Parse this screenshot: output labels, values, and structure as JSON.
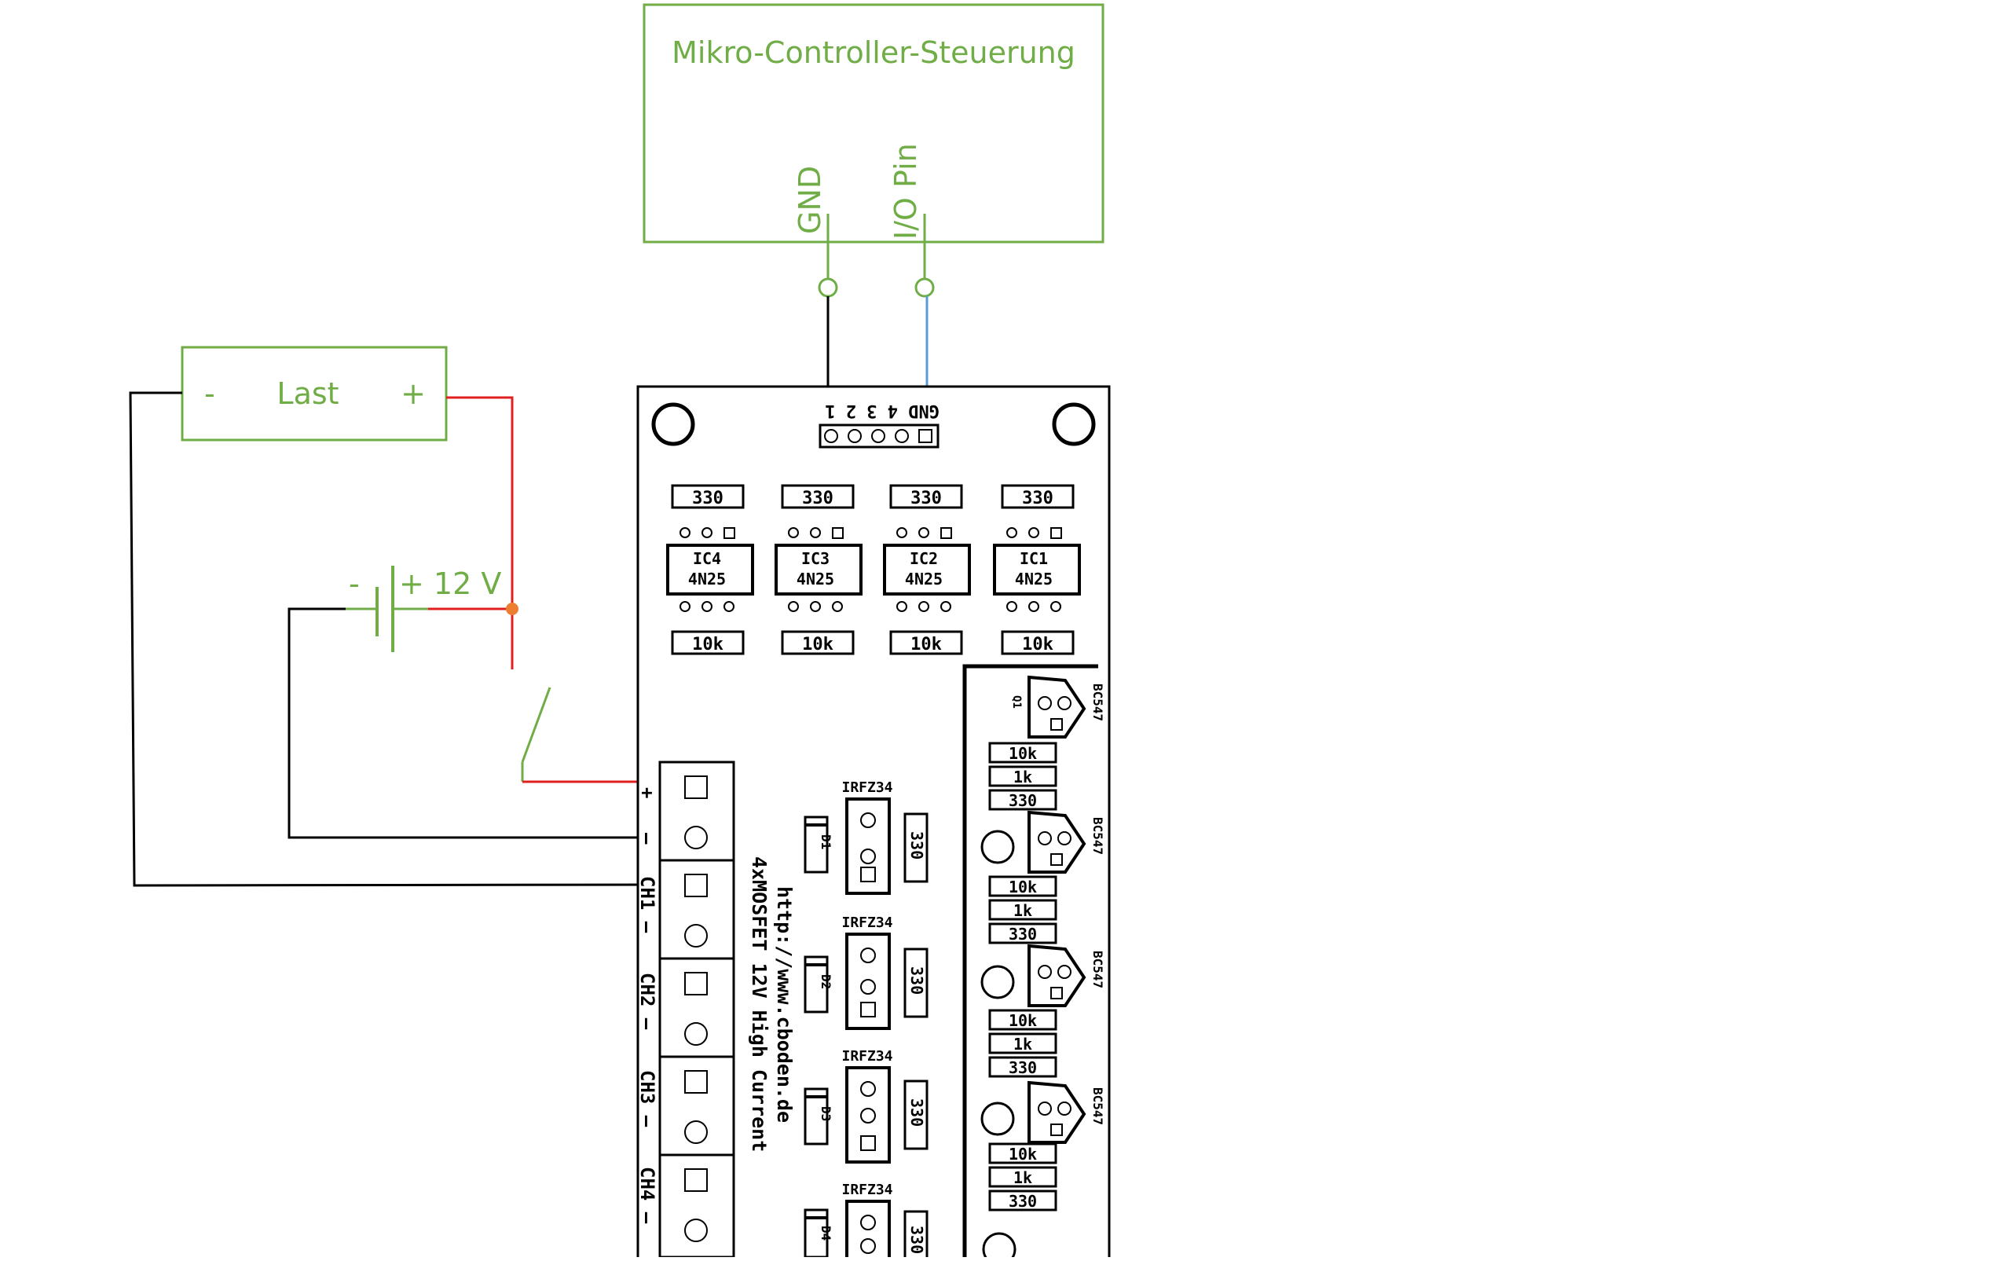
{
  "controller": {
    "title": "Mikro-Controller-Steuerung",
    "gnd_label": "GND",
    "io_label": "I/O Pin"
  },
  "load": {
    "title": "Last",
    "minus": "-",
    "plus": "+"
  },
  "battery": {
    "minus": "-",
    "plus_label": "+ 12 V"
  },
  "header": {
    "label": "GND 4 3 2 1"
  },
  "optos": [
    {
      "ref": "IC4",
      "part": "4N25"
    },
    {
      "ref": "IC3",
      "part": "4N25"
    },
    {
      "ref": "IC2",
      "part": "4N25"
    },
    {
      "ref": "IC1",
      "part": "4N25"
    }
  ],
  "resistor_330": "330",
  "resistor_10k": "10k",
  "resistor_1k": "1k",
  "mosfet": "IRFZ34",
  "diodes": [
    "D1",
    "D2",
    "D3",
    "D4"
  ],
  "transistor": "BC547",
  "transistor_ref": "Q1",
  "board_text": {
    "url": "http://www.cboden.de",
    "title": "4xMOSFET 12V High Current"
  },
  "terminal_labels": {
    "plus": "+",
    "minus": "–",
    "ch1": "CH1 –",
    "ch2": "CH2 –",
    "ch3": "CH3 –",
    "ch4": "CH4 –"
  },
  "colors": {
    "green": "#70ad47",
    "red": "#e02020",
    "blue": "#5b9bd5",
    "orange": "#ed7d31",
    "black": "#000000"
  }
}
